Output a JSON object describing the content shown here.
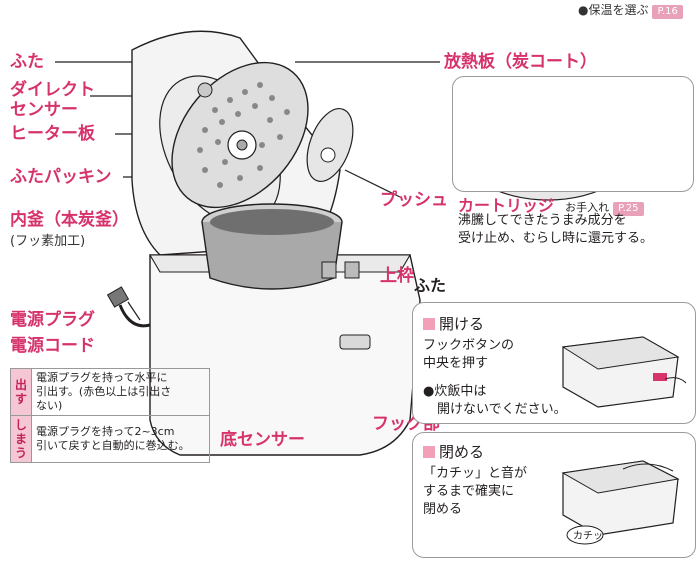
{
  "top_note": {
    "text": "●保温を選ぶ",
    "ref": "P.16"
  },
  "labels": {
    "futa": "ふた",
    "direct_sensor_1": "ダイレクト",
    "direct_sensor_2": "センサー",
    "heater": "ヒーター板",
    "packing": "ふたパッキン",
    "inner_pot": "内釜（本炭釜）",
    "inner_pot_sub": "(フッ素加工)",
    "heat_plate": "放熱板（炭コート）",
    "push": "プッシュ",
    "upper_frame": "上枠",
    "plug": "電源プラグ",
    "cord": "電源コード",
    "hook": "フック部",
    "bottom_sensor": "底センサー"
  },
  "cartridge": {
    "title": "カートリッジ",
    "care": "お手入れ",
    "ref": "P.25",
    "desc1": "沸騰してできたうまみ成分を",
    "desc2": "受け止め、むらし時に還元する。"
  },
  "cord_table": {
    "rows": [
      {
        "head": "出す",
        "text1": "電源プラグを持って水平に",
        "text2": "引出す。(赤色以上は引出さ",
        "text3": "ない)"
      },
      {
        "head": "しまう",
        "text1": "電源プラグを持って2~3cm",
        "text2": "引いて戻すと自動的に巻込む。",
        "text3": ""
      }
    ]
  },
  "lid_section": {
    "title": "ふた",
    "open": {
      "title": "開ける",
      "desc1": "フックボタンの",
      "desc2": "中央を押す",
      "note1": "●炊飯中は",
      "note2": "開けないでください。"
    },
    "close": {
      "title": "閉める",
      "desc1": "「カチッ」と音が",
      "desc2": "するまで確実に",
      "desc3": "閉める",
      "sound": "カチッ"
    }
  }
}
